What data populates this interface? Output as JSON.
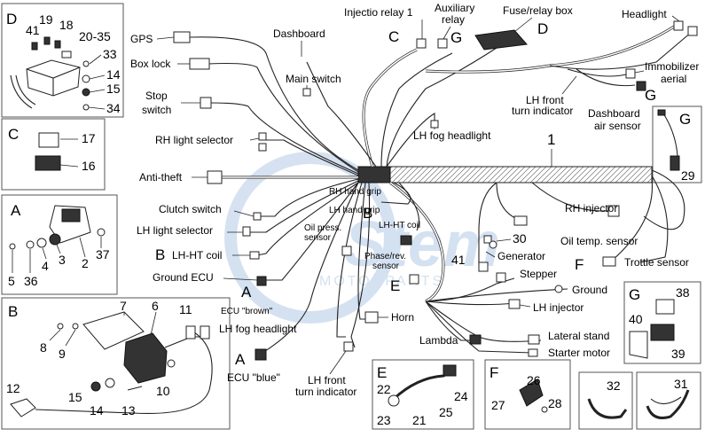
{
  "labels": {
    "gps": "GPS",
    "dashboard": "Dashboard",
    "injection_relay": "Injectio relay 1",
    "auxiliary_relay": "Auxiliary\nrelay",
    "fuse_relay_box": "Fuse/relay box",
    "headlight": "Headlight",
    "box_lock": "Box lock",
    "main_switch": "Main switch",
    "immobilizer": "Immobilizer\naerial",
    "stop_switch": "Stop\nswitch",
    "lh_front_turn_top": "LH front\nturn indicator",
    "dashboard_air_sensor": "Dashboard\nair sensor",
    "rh_light_selector": "RH light selector",
    "lh_fog_headlight_top": "LH fog headlight",
    "anti_theft": "Anti-theft",
    "rh_hand_grip": "RH hand grip",
    "lh_hand_grip": "LH hand grip",
    "lh_ht_coil_right": "LH-HT coil",
    "clutch_switch": "Clutch switch",
    "lh_light_selector": "LH light selector",
    "oil_press_sensor": "Oil press.\nsensor",
    "rh_injector": "RH injector",
    "oil_temp_sensor": "Oil temp. sensor",
    "lh_ht_coil_left": "LH-HT coil",
    "phase_rev_sensor": "Phase/rev.\nsensor",
    "generator": "Generator",
    "trottle_sensor": "Trottle sensor",
    "ground_ecu": "Ground ECU",
    "stepper": "Stepper",
    "ground": "Ground",
    "ecu_brown": "ECU \"brown\"",
    "lh_injector": "LH injector",
    "horn": "Horn",
    "lh_fog_headlight_bottom": "LH fog headlight",
    "lambda": "Lambda",
    "lateral_stand": "Lateral stand",
    "starter_motor": "Starter motor",
    "ecu_blue": "ECU \"blue\"",
    "lh_front_turn_bottom": "LH front\nturn indicator"
  },
  "letters": {
    "d_top": "D",
    "c_top": "C",
    "g_top": "G",
    "g_sensor": "G",
    "b_lh": "B",
    "b_right": "B",
    "a_brown": "A",
    "a_blue": "A",
    "e_mid": "E",
    "f_mid": "F"
  },
  "numbers": {
    "n1": "1",
    "n30": "30",
    "n41": "41"
  },
  "panels": {
    "d": {
      "title": "D",
      "parts": [
        "41",
        "19",
        "18",
        "20-35",
        "33",
        "14",
        "15",
        "34"
      ]
    },
    "c": {
      "title": "C",
      "parts": [
        "17",
        "16"
      ]
    },
    "a": {
      "title": "A",
      "parts": [
        "2",
        "3",
        "4",
        "5",
        "36",
        "37"
      ]
    },
    "b": {
      "title": "B",
      "parts": [
        "6",
        "7",
        "8",
        "9",
        "10",
        "11",
        "12",
        "13",
        "14",
        "15"
      ]
    },
    "e": {
      "title": "E",
      "parts": [
        "21",
        "22",
        "23",
        "24",
        "25"
      ]
    },
    "f": {
      "title": "F",
      "parts": [
        "26",
        "27",
        "28"
      ]
    },
    "g_top": {
      "title": "G",
      "parts": [
        "29"
      ]
    },
    "g_bottom": {
      "title": "G",
      "parts": [
        "38",
        "39",
        "40"
      ]
    },
    "p32": {
      "parts": [
        "32"
      ]
    },
    "p31": {
      "parts": [
        "31"
      ]
    }
  },
  "watermark": {
    "main": "Stem",
    "sub": "MOTORPARTS",
    "color": "#1a5fb4"
  }
}
